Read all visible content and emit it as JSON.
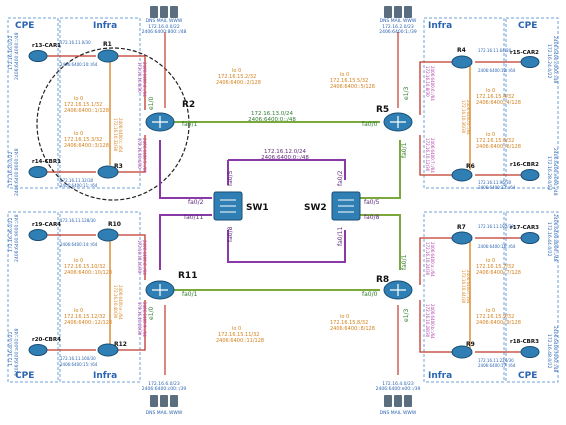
{
  "colors": {
    "green": "#7aa83a",
    "purple": "#8a3aa8",
    "red": "#c0392b",
    "orange": "#d4801c",
    "blue": "#2a63b0",
    "router": "#2f7fb5",
    "box_border": "#6fa0d8"
  },
  "zones": {
    "cpe": "CPE",
    "infra": "Infra"
  },
  "servers": {
    "top_left": {
      "label": "DNS MAIL WWW",
      "v4": "172.16.0.0/22",
      "v6": "2406:6400:800::/48"
    },
    "top_right": {
      "label": "DNS MAIL WWW",
      "v4": "172.16.2.0/23",
      "v6": "2406:6400:1:/39"
    },
    "bottom_left": {
      "label": "DNS MAIL WWW",
      "v4": "172.16.6.0/23",
      "v6": "2406:6400:c00::/39"
    },
    "bottom_right": {
      "label": "DNS MAIL WWW",
      "v4": "172.16.4.0/23",
      "v6": "2406:6400:e00::/39"
    }
  },
  "routers": {
    "r1": "R1",
    "r2": "R2",
    "r3": "R3",
    "r4": "R4",
    "r5": "R5",
    "r6": "R6",
    "r7": "R7",
    "r8": "R8",
    "r9": "R9",
    "r10": "R10",
    "r11": "R11",
    "r12": "R12",
    "r13": "r13-CAR1",
    "r14": "r14-CBR1",
    "r15": "r15-CAR2",
    "r16": "r16-CBR2",
    "r17": "r17-CAR3",
    "r18": "r18-CBR3",
    "r19": "r19-CAR4",
    "r20": "r20-CBR4"
  },
  "switches": {
    "sw1": "SW1",
    "sw2": "SW2"
  },
  "interfaces": {
    "r2_fa0_1": "fa0/1",
    "r2_e1_0": "e1/0",
    "r5_fa0_0": "fa0/0",
    "r5_e1_3": "e1/3",
    "r5_fa0_1": "fa0/1",
    "r8_fa0_0": "fa0/0",
    "r8_e1_3": "e1/3",
    "r8_fa0_1": "fa0/1",
    "r11_fa0_1": "fa0/1",
    "r11_e1_0": "e1/0",
    "sw1_fa0_2": "fa0/2",
    "sw1_fa0_11": "fa0/11",
    "sw1_fa0_5": "fa0/5",
    "sw1_fa0_8": "fa0/8",
    "sw2_fa0_2": "fa0/2",
    "sw2_fa0_5": "fa0/5",
    "sw2_fa0_8": "fa0/8",
    "sw2_fa0_11": "fa0/11"
  },
  "links": {
    "r2_r5_v4": "172.16.13.0/24",
    "r2_r5_v6": "2406:6400:0::/48",
    "r2_r8_v4": "172.16.12.0/24",
    "r2_r8_v6": "2406:6400:0::/48",
    "lo_a": "lo 0",
    "lo_a_v4": "172.16.15.2/32",
    "lo_a_v6": "2406:6400::2/128",
    "lo_b": "lo 0",
    "lo_b_v4": "172.16.15.1/32",
    "lo_b_v6": "2406:6400::1/128",
    "lo_c": "lo 0",
    "lo_c_v4": "172.16.15.3/32",
    "lo_c_v6": "2406:6400::3/128",
    "lo_r5": "lo 0",
    "lo_r5_v4": "172.16.15.5/32",
    "lo_r5_v6": "2406:6400::5/128",
    "lo_r4": "lo 0",
    "lo_r4_v4": "172.16.15.4/32",
    "lo_r4_v6": "2406:6400::4/128",
    "lo_r6": "lo 0",
    "lo_r6_v4": "172.16.15.6/32",
    "lo_r6_v6": "2406:6400::6/128",
    "lo_r10": "lo 0",
    "lo_r10_v4": "172.16.15.10/32",
    "lo_r10_v6": "2406:6400::10/128",
    "lo_r11": "lo 0",
    "lo_r11_v4": "172.16.15.11/32",
    "lo_r11_v6": "2406:6400::11/128",
    "lo_r12": "lo 0",
    "lo_r12_v4": "172.16.15.12/32",
    "lo_r12_v6": "2406:6400::12/128",
    "lo_r7": "lo 0",
    "lo_r7_v4": "172.16.15.7/32",
    "lo_r7_v6": "2406:6400::7/128",
    "lo_r8": "lo 0",
    "lo_r8_v4": "172.16.15.8/32",
    "lo_r8_v6": "2406:6400::8/128",
    "lo_r9": "lo 0",
    "lo_r9_v4": "172.16.15.9/32",
    "lo_r9_v6": "2406:6400::9/128",
    "cpe_r1": "172.16.11.0/30",
    "cpe_r1_v6": "2406:6400:10::/64",
    "cpe_r3": "172.16.11.32/30",
    "cpe_r3_v6": "2406:6400:11::/64",
    "cpe_r4": "172.16.11.64/30",
    "cpe_r4_v6": "2406:6400:12::/64",
    "cpe_r6": "172.16.11.96/30",
    "cpe_r6_v6": "2406:6400:13::/64",
    "cpe_r10": "172.16.11.128/30",
    "cpe_r10_v6": "2406:6400:14::/64",
    "cpe_r12": "172.16.11.160/30",
    "cpe_r12_v6": "2406:6400:15::/64",
    "cpe_r7": "172.16.11.192/30",
    "cpe_r7_v6": "2406:6400:16::/64",
    "cpe_r9": "172.16.11.224/30",
    "cpe_r9_v6": "2406:6400:17::/64",
    "cust_r13_v4": "172.16.16.0/22",
    "cust_r13_v6": "2406:6400:4000::/48",
    "cust_r14_v4": "172.16.20.0/22",
    "cust_r14_v6": "2406:6400:8000::/48",
    "cust_r15_v4": "172.16.24.0/22",
    "cust_r15_v6": "2406:6400:c000::/48",
    "cust_r16_v4": "172.16.28.0/22",
    "cust_r16_v6": "2406:6400:e000::/48",
    "cust_r19_v4": "172.16.36.0/22",
    "cust_r19_v6": "2406:6400:9000::/48",
    "cust_r20_v4": "172.16.40.0/22",
    "cust_r20_v6": "2406:6400:a000::/48",
    "cust_r17_v4": "172.16.44.0/22",
    "cust_r17_v6": "2406:6400:d000::/48",
    "cust_r18_v4": "172.16.48.0/22",
    "cust_r18_v6": "2406:6400:f000::/48",
    "v_r1_r2": "172.16.10.0/30",
    "v_r1_r2_v6": "2406:6400:4::/64",
    "v_r2_r3": "172.16.10.4/30",
    "v_r2_r3_v6": "2406:6400:5::/64",
    "v_r4_r5": "172.16.10.8/30",
    "v_r4_r5_v6": "2406:6400:6::/64",
    "v_r5_r6": "172.16.10.12/30",
    "v_r5_r6_v6": "2406:6400:7::/64",
    "v_r10_r11": "172.16.10.16/30",
    "v_r10_r11_v6": "2406:6400:8::/64",
    "v_r11_r12": "172.16.10.20/30",
    "v_r11_r12_v6": "2406:6400:9::/64",
    "v_r7_r8": "172.16.10.24/30",
    "v_r7_r8_v6": "2406:6400:a::/64",
    "v_r8_r9": "172.16.10.28/30",
    "v_r8_r9_v6": "2406:6400:b::/64",
    "h_r1_r3": "172.16.10.32/30",
    "h_r1_r3_v6": "2406:6400:c::/64",
    "h_r4_r6": "172.16.10.36/30",
    "h_r4_r6_v6": "2406:6400:d::/64",
    "h_r10_r12": "172.16.10.40/30",
    "h_r10_r12_v6": "2406:6400:e::/64",
    "h_r7_r9": "172.16.10.44/30",
    "h_r7_r9_v6": "2406:6400:f::/64"
  }
}
